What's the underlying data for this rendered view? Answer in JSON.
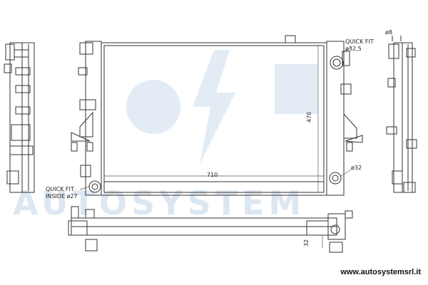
{
  "watermark": "AUTOSYSTEM",
  "dimensions": {
    "width": "710",
    "height": "470",
    "thickness": "32",
    "side_depth": "ø8"
  },
  "callouts": {
    "quick_fit_top_line1": "QUICK FIT",
    "quick_fit_top_line2": "ø32,5",
    "quick_fit_bottom_line1": "QUICK FIT",
    "quick_fit_bottom_line2": "INSIDE ø27",
    "outlet": "ø32"
  },
  "website": "www.autosystemsrl.it",
  "colors": {
    "line": "#333333",
    "watermark": "#dce7f2",
    "background": "#ffffff"
  }
}
